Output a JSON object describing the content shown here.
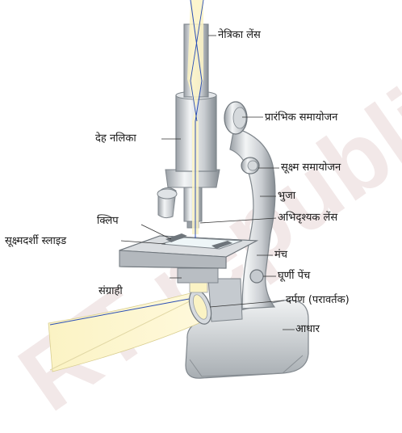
{
  "labels": {
    "eyepiece": "नेत्रिका लेंस",
    "coarse_adjustment": "प्रारंभिक समायोजन",
    "body_tube": "देह नलिका",
    "fine_adjustment": "सूक्ष्म समायोजन",
    "arm": "भुजा",
    "clip": "क्लिप",
    "objective_lens": "अभिदृश्यक लेंस",
    "slide": "सूक्ष्मदर्शी स्लाइड",
    "stage": "मंच",
    "pivot_screw": "घूर्णी पेंच",
    "condenser": "संग्राही",
    "mirror": "दर्पण (परावर्तक)",
    "base": "आधार"
  },
  "watermark": "RT republished",
  "colors": {
    "metal_light": "#e9ecee",
    "metal_mid": "#b9bec3",
    "metal_dark": "#7f868c",
    "light_beam": "#fbf3c4",
    "ray_blue": "#2b4fb5"
  }
}
